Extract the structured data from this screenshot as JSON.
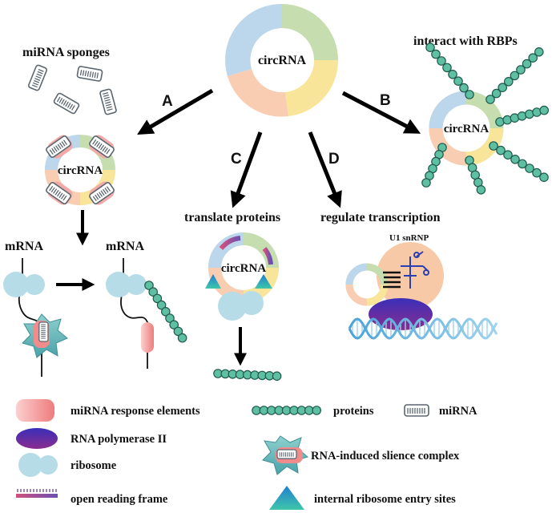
{
  "center": {
    "label": "circRNA"
  },
  "panels": {
    "a": {
      "letter": "A",
      "title": "miRNA sponges",
      "ring_label": "circRNA",
      "mrna_left": "mRNA",
      "mrna_right": "mRNA"
    },
    "b": {
      "letter": "B",
      "title": "interact with RBPs",
      "ring_label": "circRNA"
    },
    "c": {
      "letter": "C",
      "title": "translate proteins",
      "ring_label": "circRNA"
    },
    "d": {
      "letter": "D",
      "title": "regulate transcription",
      "snrnp_label": "U1 snRNP"
    }
  },
  "legend": {
    "mre": "miRNA response elements",
    "rnap": "RNA polymerase II",
    "ribosome": "ribosome",
    "orf": "open reading frame",
    "proteins": "proteins",
    "mirna": "miRNA",
    "risc": "RNA-induced slience complex",
    "ires": "internal ribosome entry sites"
  },
  "colors": {
    "ring_blue": "#bcd6ec",
    "ring_green": "#c6ddb0",
    "ring_yellow": "#f9e59a",
    "ring_peach": "#f8cdb2",
    "ribosome": "#b6dce8",
    "protein_bead": "#5fbfa3",
    "mre": "#f28c8c",
    "polymerase": "#5a2ea6",
    "ires": "#2a9bd0",
    "snrnp": "#f7c9a6"
  }
}
